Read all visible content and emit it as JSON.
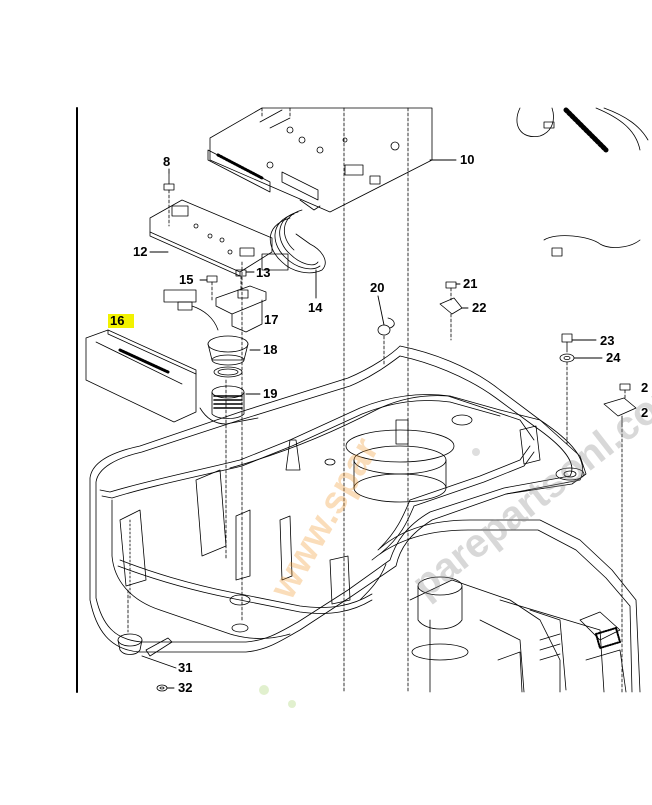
{
  "diagram": {
    "part_labels": {
      "p8": "8",
      "p10": "10",
      "p12": "12",
      "p13": "13",
      "p14": "14",
      "p15": "15",
      "p16": "16",
      "p17": "17",
      "p18": "18",
      "p19": "19",
      "p20": "20",
      "p21": "21",
      "p22": "22",
      "p23": "23",
      "p24": "24",
      "p25": "2",
      "p26": "2",
      "p31": "31",
      "p32": "32"
    },
    "highlight_color": "#f2f200"
  },
  "watermark": {
    "left_text": "www.spar",
    "right_text": "parepartsonl.com",
    "colors": [
      "#f29b32",
      "#8cc63f",
      "#7a7a7a"
    ]
  }
}
